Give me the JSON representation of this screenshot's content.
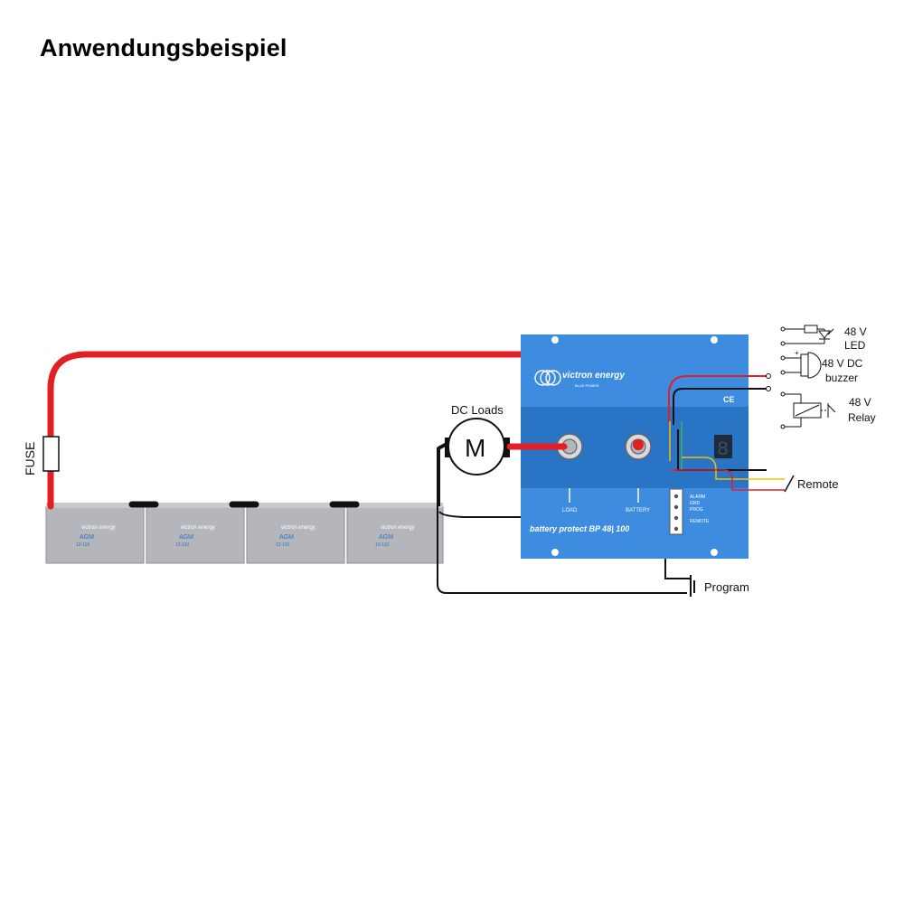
{
  "title": "Anwendungsbeispiel",
  "labels": {
    "fuse": "FUSE",
    "dc_loads": "DC Loads",
    "motor": "M",
    "remote": "Remote",
    "program": "Program"
  },
  "outputs": [
    {
      "line1": "48 V",
      "line2": "LED",
      "icon": "led-icon"
    },
    {
      "line1": "48 V DC",
      "line2": "buzzer",
      "icon": "buzzer-icon"
    },
    {
      "line1": "48 V",
      "line2": "Relay",
      "icon": "relay-icon"
    }
  ],
  "device": {
    "brand": "victron energy",
    "tagline": "BLUE POWER",
    "ce": "CE",
    "model": "battery protect BP 48| 100",
    "terminal_load": "LOAD",
    "terminal_battery": "BATTERY",
    "connector_labels": [
      "ALARM",
      "GND",
      "PROG",
      "REMOTE"
    ],
    "display": "8"
  },
  "batteries": [
    {
      "brand": "victron energy",
      "type": "AGM",
      "rating": "12-110"
    },
    {
      "brand": "victron energy",
      "type": "AGM",
      "rating": "12-110"
    },
    {
      "brand": "victron energy",
      "type": "AGM",
      "rating": "12-110"
    },
    {
      "brand": "victron energy",
      "type": "AGM",
      "rating": "12-110"
    }
  ],
  "colors": {
    "positive_wire": "#e31e24",
    "negative_wire": "#111111",
    "remote_wire": "#f2c200",
    "device_blue": "#2f7fd6",
    "battery_grey": "#b5b6bb"
  }
}
